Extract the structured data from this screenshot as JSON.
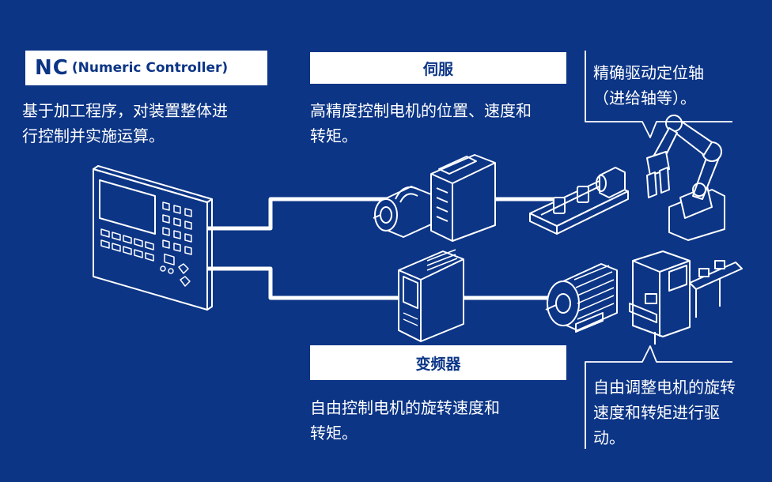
{
  "nc": {
    "title_main": "NC",
    "title_sub": "(Numeric Controller)",
    "description": "基于加工程序，对装置整体进\n行控制并实施运算。"
  },
  "servo": {
    "title": "伺服",
    "description": "高精度控制电机的位置、速度和\n转矩。"
  },
  "inverter": {
    "title": "变频器",
    "description": "自由控制电机的旋转速度和\n转矩。"
  },
  "axis_callout": {
    "text": "精确驱动定位轴\n（进给轴等）。"
  },
  "drive_callout": {
    "text": "自由调整电机的旋转\n速度和转矩进行驱\n动。"
  },
  "colors": {
    "background": "#0c3586",
    "line": "#ffffff",
    "label_text": "#0c3586"
  }
}
